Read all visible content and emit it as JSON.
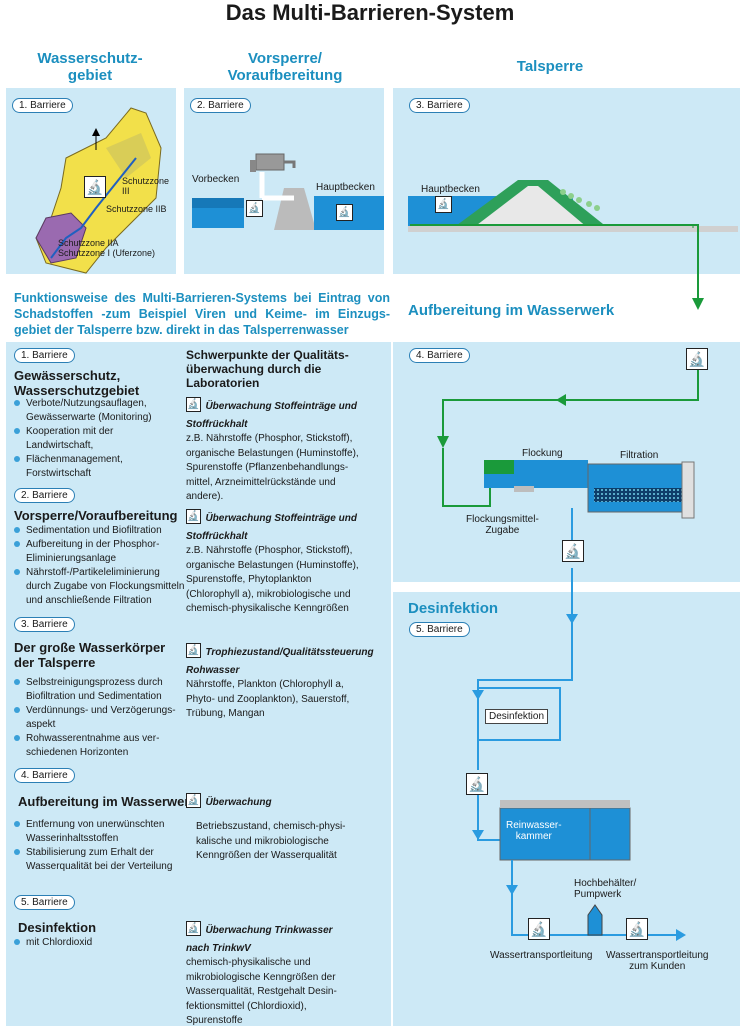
{
  "title": "Das Multi-Barrieren-System",
  "columns": {
    "c1": "Wasserschutz-\ngebiet",
    "c2": "Vorsperre/\nVoraufbereitung",
    "c3": "Talsperre"
  },
  "barriers": {
    "b1": "1. Barriere",
    "b2": "2. Barriere",
    "b3": "3. Barriere",
    "b4": "4. Barriere",
    "b5": "5. Barriere"
  },
  "map_labels": {
    "zone3": "Schutzzone III",
    "zone2b": "Schutzzone IIB",
    "zone2a": "Schutzzone IIA",
    "zone1": "Schutzzone I (Uferzone)"
  },
  "vorsperre_labels": {
    "vorbecken": "Vorbecken",
    "hauptbecken": "Hauptbecken"
  },
  "talsperre_labels": {
    "hauptbecken": "Hauptbecken"
  },
  "intro": "Funktionsweise des Multi-Barrieren-Systems bei Eintrag von Schadstoffen -zum Beispiel Viren und Keime- im Einzugs-gebiet der Talsperre bzw. direkt in das Talsperrenwasser",
  "aufbereitung_title": "Aufbereitung im Wasserwerk",
  "desinfektion_title": "Desinfektion",
  "right_heading": "Schwerpunkte der Qualitäts-\nüberwachung durch die\nLaboratorien",
  "sections": [
    {
      "heading": "Gewässerschutz,\nWasserschutzgebiet",
      "bullets": [
        "Verbote/Nutzungsauflagen,\nGewässerwarte (Monitoring)",
        "Kooperation mit der\nLandwirtschaft,",
        "Flächenmanagement,\nForstwirtschaft"
      ],
      "mon_title": "Überwachung Stoffeinträge und\nStoffrückhalt",
      "mon_text": "z.B. Nährstoffe (Phosphor, Stickstoff),\norganische Belastungen (Huminstoffe),\nSpurenstoffe (Pflanzenbehandlungs-\nmittel, Arzneimittelrückstände und\nandere)."
    },
    {
      "heading": "Vorsperre/Voraufbereitung",
      "bullets": [
        "Sedimentation und Biofiltration",
        "Aufbereitung in der Phosphor-\nEliminierungsanlage",
        "Nährstoff-/Partikeleliminierung\ndurch Zugabe von Flockungsmitteln\nund anschließende Filtration"
      ],
      "mon_title": "Überwachung Stoffeinträge und\nStoffrückhalt",
      "mon_text": "z.B. Nährstoffe (Phosphor, Stickstoff),\norganische Belastungen (Huminstoffe),\nSpurenstoffe, Phytoplankton\n(Chlorophyll a), mikrobiologische und\nchemisch-physikalische Kenngrößen"
    },
    {
      "heading": "Der große Wasserkörper\nder Talsperre",
      "bullets": [
        "Selbstreinigungsprozess durch\nBiofiltration und Sedimentation",
        "Verdünnungs- und Verzögerungs-\naspekt",
        "Rohwasserentnahme aus ver-\nschiedenen Horizonten"
      ],
      "mon_title": "Trophiezustand/Qualitätssteuerung\nRohwasser",
      "mon_text": "Nährstoffe, Plankton (Chlorophyll a,\nPhyto- und Zooplankton), Sauerstoff,\nTrübung, Mangan"
    },
    {
      "heading": "Aufbereitung im Wasserwerk",
      "bullets": [
        "Entfernung von unerwünschten\nWasserinhaltsstoffen",
        "Stabilisierung zum Erhalt der\nWasserqualität bei der Verteilung"
      ],
      "mon_title": "Überwachung",
      "mon_text": "Betriebszustand, chemisch-physi-\nkalische und mikrobiologische\nKenngrößen der Wasserqualität"
    },
    {
      "heading": "Desinfektion",
      "bullets": [
        "mit Chlordioxid"
      ],
      "mon_title": "Überwachung Trinkwasser\nnach TrinkwV",
      "mon_text": "chemisch-physikalische und\nmikrobiologische Kenngrößen der\nWasserqualität, Restgehalt Desin-\nfektionsmittel (Chlordioxid),\nSpurenstoffe"
    }
  ],
  "plant_labels": {
    "flockung": "Flockung",
    "filtration": "Filtration",
    "flockungsmittel": "Flockungsmittel-\nZugabe",
    "desinfektion": "Desinfektion",
    "reinwasser": "Reinwasser-\nkammer",
    "hochbehaelter": "Hochbehälter/\nPumpwerk",
    "transport": "Wassertransportleitung",
    "kunden": "Wassertransportleitung\nzum Kunden"
  },
  "icons": {
    "monitoring": "microscope-icon"
  },
  "colors": {
    "accent": "#1c8fbf",
    "panel": "#cde9f6",
    "water": "#1e90d6",
    "flow_green": "#1a9a3a",
    "flow_blue": "#2a9be0"
  }
}
